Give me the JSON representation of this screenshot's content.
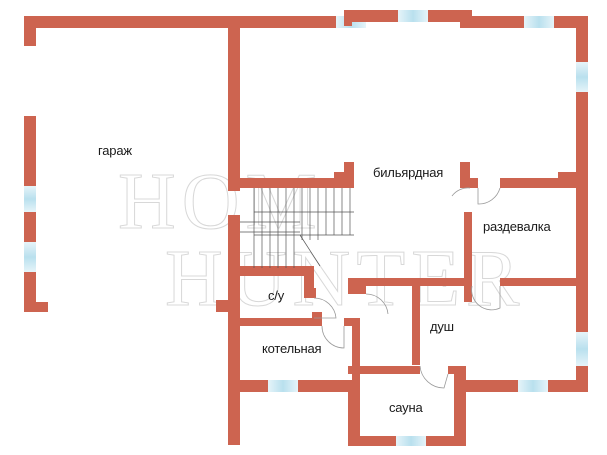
{
  "plan": {
    "watermark": "HOME HUNTER",
    "colors": {
      "wall": "#cd6450",
      "window": "#bfe3ef",
      "background": "#ffffff",
      "text": "#1a1a1a"
    },
    "rooms": [
      {
        "id": "garage",
        "label": "гараж"
      },
      {
        "id": "billiard",
        "label": "бильярдная"
      },
      {
        "id": "changing-room",
        "label": "раздевалка"
      },
      {
        "id": "wc",
        "label": "с/у"
      },
      {
        "id": "shower",
        "label": "душ"
      },
      {
        "id": "boiler-room",
        "label": "котельная"
      },
      {
        "id": "sauna",
        "label": "сауна"
      }
    ]
  }
}
